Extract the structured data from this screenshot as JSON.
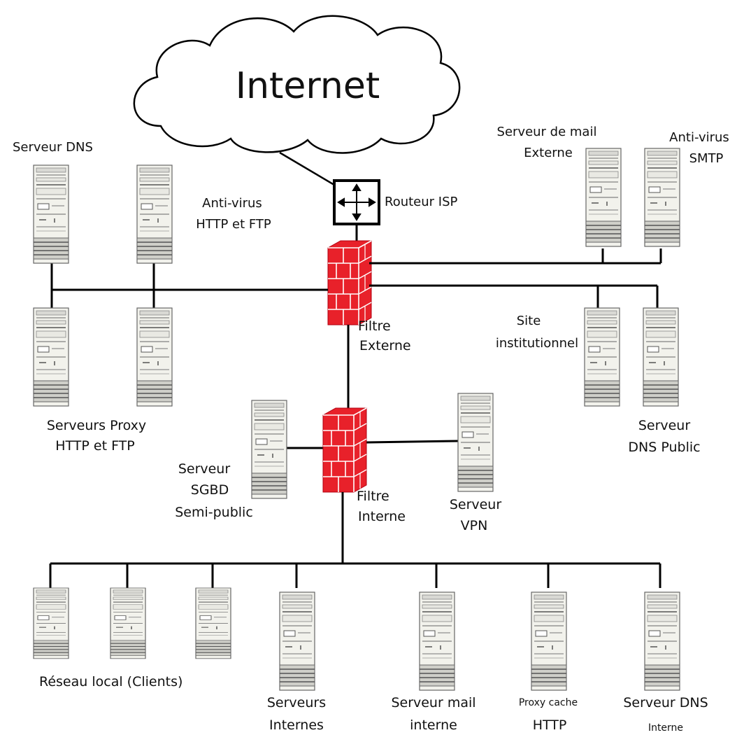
{
  "cloud": {
    "label": "Internet"
  },
  "router": {
    "label": "Routeur ISP"
  },
  "firewalls": {
    "external": {
      "line1": "Filtre",
      "line2": "Externe"
    },
    "internal": {
      "line1": "Filtre",
      "line2": "Interne"
    }
  },
  "labels": {
    "dns": "Serveur DNS",
    "av_http_1": "Anti-virus",
    "av_http_2": "HTTP et FTP",
    "proxy_1": "Serveurs Proxy",
    "proxy_2": "HTTP et FTP",
    "mail_ext_1": "Serveur de mail",
    "mail_ext_2": "Externe",
    "av_smtp_1": "Anti-virus",
    "av_smtp_2": "SMTP",
    "site_1": "Site",
    "site_2": "institutionnel",
    "dns_pub_1": "Serveur",
    "dns_pub_2": "DNS Public",
    "sgbd_1": "Serveur",
    "sgbd_2": "SGBD",
    "sgbd_3": "Semi-public",
    "vpn_1": "Serveur",
    "vpn_2": "VPN",
    "lan": "Réseau local (Clients)",
    "int_srv_1": "Serveurs",
    "int_srv_2": "Internes",
    "mail_int_1": "Serveur mail",
    "mail_int_2": "interne",
    "proxy_cache_1": "Proxy cache",
    "proxy_cache_2": "HTTP",
    "dns_int_1": "Serveur DNS",
    "dns_int_2": "Interne"
  },
  "colors": {
    "firewall_red": "#e8212a",
    "server_body": "#f2f2ec",
    "server_stroke": "#666666",
    "line": "#000000"
  }
}
